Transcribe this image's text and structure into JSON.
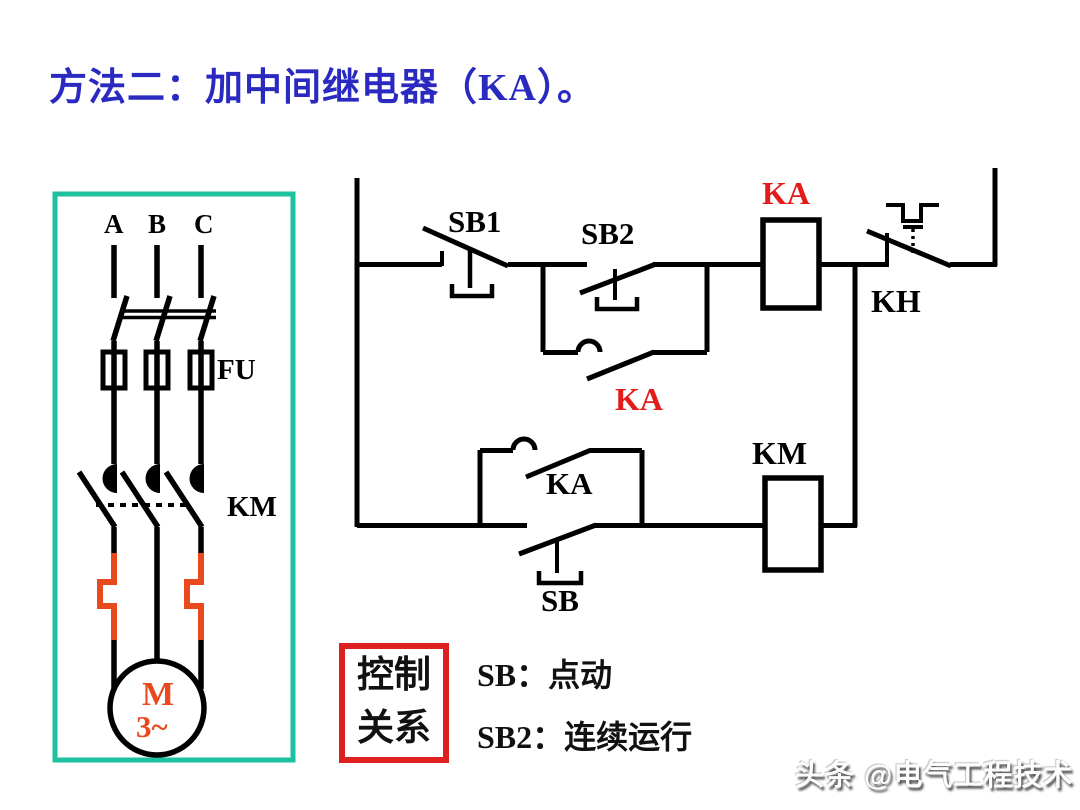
{
  "slide": {
    "title": "方法二：加中间继电器（KA）。",
    "watermark": "头条 @电气工程技术"
  },
  "main_circuit": {
    "phases": [
      "A",
      "B",
      "C"
    ],
    "fuse": "FU",
    "contactor": "KM",
    "motor": "M",
    "motor_type": "3~"
  },
  "control_circuit": {
    "stop_button": "SB1",
    "run_button": "SB2",
    "relay_coil": "KA",
    "thermal_contact": "KH",
    "seal_in_contact": "KA",
    "contactor_coil": "KM",
    "jog_interlock_contact": "KA",
    "jog_button": "SB"
  },
  "legend": {
    "box_line1": "控制",
    "box_line2": "关系",
    "item1": "SB：点动",
    "item2": "SB2：连续运行"
  },
  "colors": {
    "title_blue": "#2a2ac0",
    "accent_red": "#e31b1b",
    "legend_box_red": "#dd2121",
    "main_box_teal": "#1ec19f",
    "heater_orange": "#e84a1e"
  }
}
